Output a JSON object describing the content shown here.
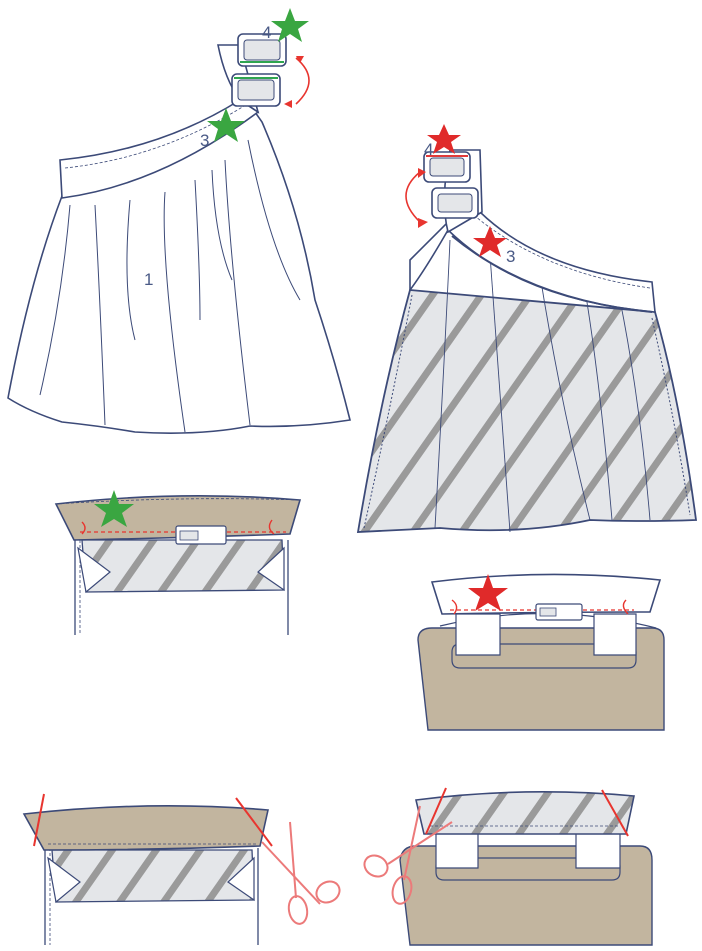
{
  "labels": {
    "left_dress_body": "1",
    "left_strap_top": "4",
    "left_strap_bottom": "3",
    "right_strap_top": "4",
    "right_strap_bottom": "3"
  },
  "colors": {
    "outline": "#3c4a78",
    "fabric_outside": "#ffffff",
    "lining": "#e4e6e9",
    "lining_stripe": "#9a9a9a",
    "wrong_side": "#c2b59f",
    "accent_red": "#e8352f",
    "scissor_pink": "#ec7a7a",
    "star_green": "#3aa641",
    "star_red": "#e02a2a",
    "strap_mark_red": "#e03a3a",
    "strap_mark_green": "#2fa550"
  },
  "steps": [
    {
      "id": "left-dress",
      "icon": "green-star-icon"
    },
    {
      "id": "right-dress-lining",
      "icon": "red-star-icon"
    },
    {
      "id": "left-band-detail",
      "icon": "green-star-icon"
    },
    {
      "id": "right-band-detail",
      "icon": "red-star-icon"
    },
    {
      "id": "left-trim-corners",
      "icon": "scissors-icon"
    },
    {
      "id": "right-trim-corners",
      "icon": "scissors-icon"
    }
  ]
}
